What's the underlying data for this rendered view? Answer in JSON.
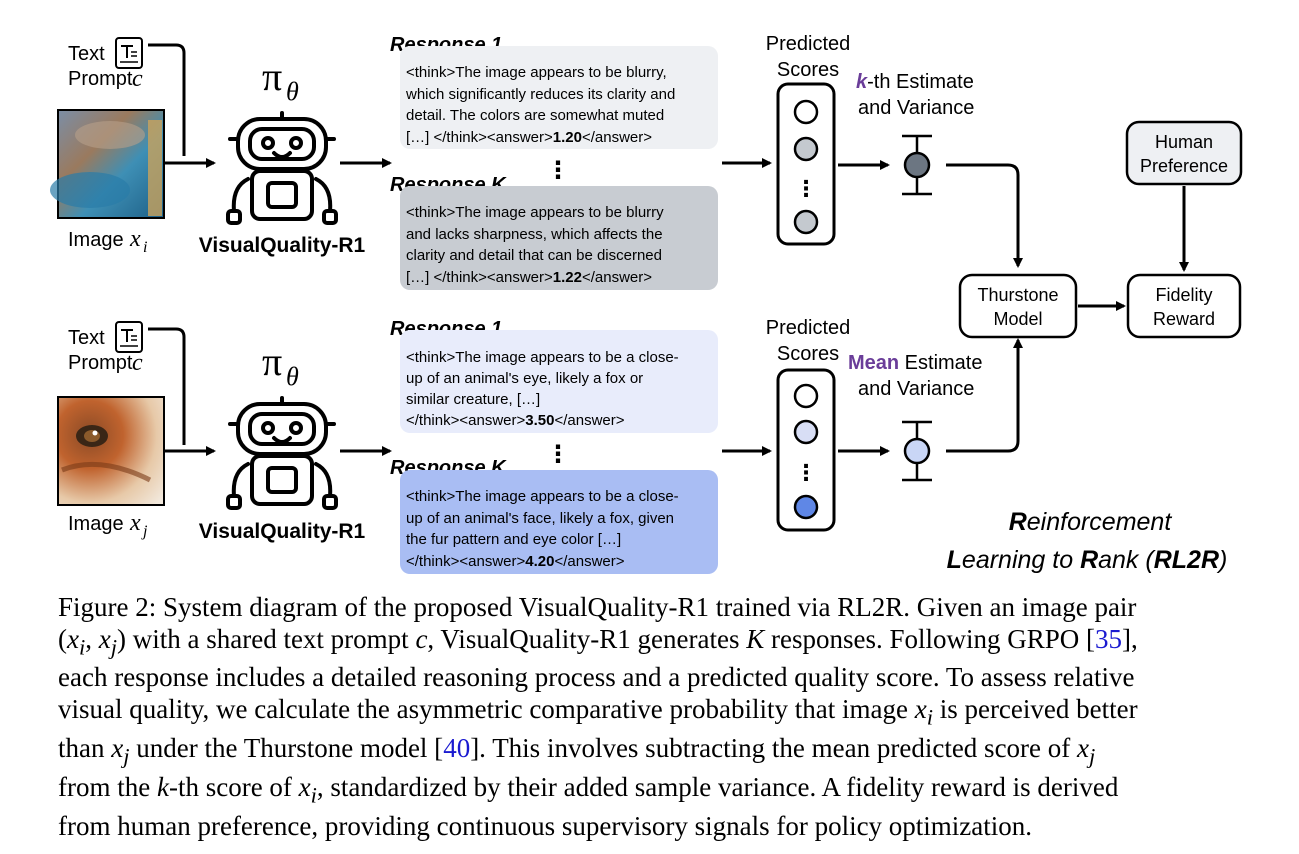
{
  "inputs": [
    {
      "text_label": "Text",
      "prompt_label": "Prompt",
      "prompt_var": "c",
      "image_label": "Image",
      "image_var": "x",
      "image_sub": "i",
      "image_desc": "blurry-landscape-photo"
    },
    {
      "text_label": "Text",
      "prompt_label": "Prompt",
      "prompt_var": "c",
      "image_label": "Image",
      "image_var": "x",
      "image_sub": "j",
      "image_desc": "animal-eye-closeup-photo"
    }
  ],
  "policy": {
    "symbol": "π",
    "subscript": "θ",
    "model_name": "VisualQuality-R1"
  },
  "rows": [
    {
      "responses": [
        {
          "title": "Response 1",
          "lines": [
            "<think>The image appears to be blurry,",
            "which significantly reduces its clarity and",
            "detail. The colors are somewhat muted",
            "[…] </think><answer>"
          ],
          "score": "1.20",
          "close": "</answer>",
          "bg": "#eef0f3"
        },
        {
          "title": "Response K",
          "lines": [
            "<think>The image appears to be blurry",
            "and lacks sharpness, which affects the",
            "clarity and detail that can be discerned",
            "[…] </think><answer>"
          ],
          "score": "1.22",
          "close": "</answer>",
          "bg": "#c8ccd2"
        }
      ],
      "predicted_label_1": "Predicted",
      "predicted_label_2": "Scores",
      "estimate_highlight": "k",
      "estimate_rest": "-th Estimate",
      "estimate_line2": "and Variance",
      "score_colors": [
        "#ffffff",
        "#c4c9cf",
        "#c4c9cf"
      ],
      "estimate_color": "#6c7682"
    },
    {
      "responses": [
        {
          "title": "Response 1",
          "lines": [
            "<think>The image appears to be a close-",
            "up of an animal's eye, likely a fox or",
            "similar creature, […]",
            "</think><answer>"
          ],
          "score": "3.50",
          "close": "</answer>",
          "bg": "#e8ecfb"
        },
        {
          "title": "Response K",
          "lines": [
            "<think>The image appears to be a close-",
            "up of an animal's face, likely a fox, given",
            "the fur pattern and eye color […]",
            "</think><answer>"
          ],
          "score": "4.20",
          "close": "</answer>",
          "bg": "#a9bdf3"
        }
      ],
      "predicted_label_1": "Predicted",
      "predicted_label_2": "Scores",
      "estimate_highlight": "Mean",
      "estimate_rest": " Estimate",
      "estimate_line2": "and Variance",
      "score_colors": [
        "#ffffff",
        "#d8def5",
        "#5f87e6"
      ],
      "estimate_color": "#c9d6f6"
    }
  ],
  "ellipsis": "⋮",
  "thurstone": {
    "line1": "Thurstone",
    "line2": "Model"
  },
  "human_pref": {
    "line1": "Human",
    "line2": "Preference"
  },
  "fidelity": {
    "line1": "Fidelity",
    "line2": "Reward"
  },
  "rl2r": {
    "line1_bold": "R",
    "line1_rest": "einforcement",
    "line2_a_bold": "L",
    "line2_a_rest": "earning to ",
    "line2_b_bold": "R",
    "line2_b_rest": "ank (",
    "line2_abbr": "RL2R",
    "line2_close": ")"
  },
  "caption": {
    "prefix": "Figure 2: System diagram of the proposed VisualQuality-R1 trained via RL2R. Given an image pair",
    "line2_a": "(",
    "line2_b": ") with a shared text prompt ",
    "line2_c": ", VisualQuality-R1 generates ",
    "line2_d": " responses. Following GRPO [",
    "ref1": "35",
    "line2_e": "],",
    "line3": "each response includes a detailed reasoning process and a predicted quality score. To assess relative",
    "line4_a": "visual quality, we calculate the asymmetric comparative probability that image ",
    "line4_b": " is perceived better",
    "line5_a": "than ",
    "line5_b": " under the Thurstone model [",
    "ref2": "40",
    "line5_c": "]. This involves subtracting the mean predicted score of ",
    "line6_a": "from the ",
    "line6_b": "-th score of ",
    "line6_c": ", standardized by their added sample variance. A fidelity reward is derived",
    "line7": "from human preference, providing continuous supervisory signals for policy optimization.",
    "var_xi": "x",
    "var_xi_sub": "i",
    "var_xj": "x",
    "var_xj_sub": "j",
    "var_c": "c",
    "var_K": "K",
    "var_k": "k",
    "comma": ", "
  },
  "colors": {
    "accent_purple": "#6a3d99",
    "arrow": "#000000"
  }
}
